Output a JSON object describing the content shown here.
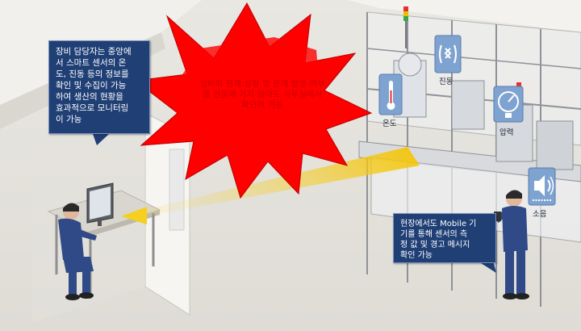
{
  "callout_left": {
    "lines": [
      "장비 담당자는 중앙에",
      "서 스마트 센서의 온",
      "도, 진동 등의 정보를",
      "확인 및 수집이 가능",
      "하여 생산의 현황을",
      "효과적으로 모니터링",
      "이 가능"
    ]
  },
  "burst": {
    "lines": [
      "설비의 현재 상황 및 문제 발생 여부",
      "를 현장에 가지 않아도 사무실에서",
      "확인이 가능"
    ],
    "color": "#ff0000",
    "text_color": "#cc0000"
  },
  "callout_right": {
    "lines": [
      "현장에서도 Mobile 기",
      "기를 통해 센서의 측",
      "정 값 및 경고 메시지",
      "확인 가능"
    ]
  },
  "sensors": {
    "temperature": "온도",
    "vibration": "진동",
    "pressure": "압력",
    "noise": "소음"
  },
  "colors": {
    "callout_bg": "#1f3f75",
    "sensor_card": "#7fa3d0",
    "beam": "#f2c200"
  }
}
